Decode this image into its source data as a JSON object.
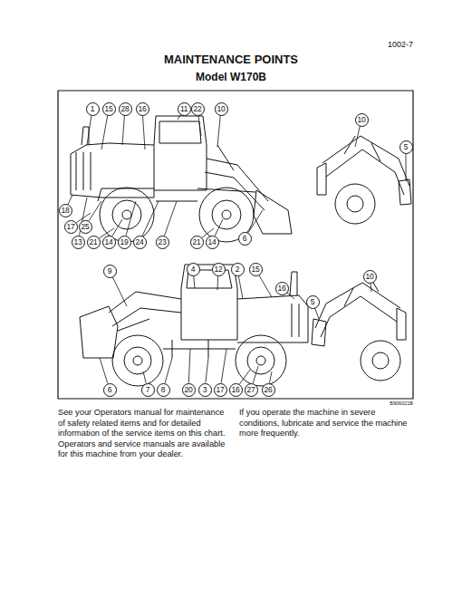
{
  "diagram": {
    "title": "MAINTENANCE POINTS",
    "nodes": [
      {
        "text": [
          "1"
        ]
      },
      {
        "text": [
          "15"
        ]
      },
      {
        "text": [
          "28"
        ]
      },
      {
        "text": [
          "16"
        ]
      },
      {
        "text": [
          "11"
        ]
      },
      {
        "text": [
          "22"
        ]
      },
      {
        "text": [
          "10"
        ]
      },
      {
        "text": [
          "18"
        ]
      },
      {
        "text": [
          "17"
        ]
      },
      {
        "text": [
          "25"
        ]
      },
      {
        "text": [
          "13"
        ]
      },
      {
        "text": [
          "21"
        ]
      },
      {
        "text": [
          "14"
        ]
      },
      {
        "text": [
          "19"
        ]
      },
      {
        "text": [
          "24"
        ]
      },
      {
        "text": [
          "23"
        ]
      },
      {
        "text": [
          "21"
        ]
      },
      {
        "text": [
          "14"
        ]
      },
      {
        "text": [
          "6"
        ]
      },
      {
        "text": [
          "10"
        ]
      },
      {
        "text": [
          "5"
        ]
      },
      {
        "text": [
          "9"
        ]
      },
      {
        "text": [
          "4"
        ]
      },
      {
        "text": [
          "12"
        ]
      },
      {
        "text": [
          "2"
        ]
      },
      {
        "text": [
          "15"
        ]
      },
      {
        "text": [
          "16"
        ]
      },
      {
        "text": [
          "6"
        ]
      },
      {
        "text": [
          "7"
        ]
      },
      {
        "text": [
          "8"
        ]
      },
      {
        "text": [
          "20"
        ]
      },
      {
        "text": [
          "3"
        ]
      },
      {
        "text": [
          "17"
        ]
      },
      {
        "text": [
          "16"
        ]
      },
      {
        "text": [
          "27"
        ]
      },
      {
        "text": [
          "26"
        ]
      },
      {
        "text": [
          "10"
        ]
      },
      {
        "text": [
          "5"
        ]
      }
    ],
    "labels": [
      "1002-7",
      "Model W170B",
      "B906021B",
      "See your Operators manual for maintenance of safety related items and for detailed information of the service items on this chart. Operators and service manuals are available for this machine from your dealer.",
      "If you operate the machine in severe conditions, lubricate and service the machine more frequently."
    ]
  }
}
